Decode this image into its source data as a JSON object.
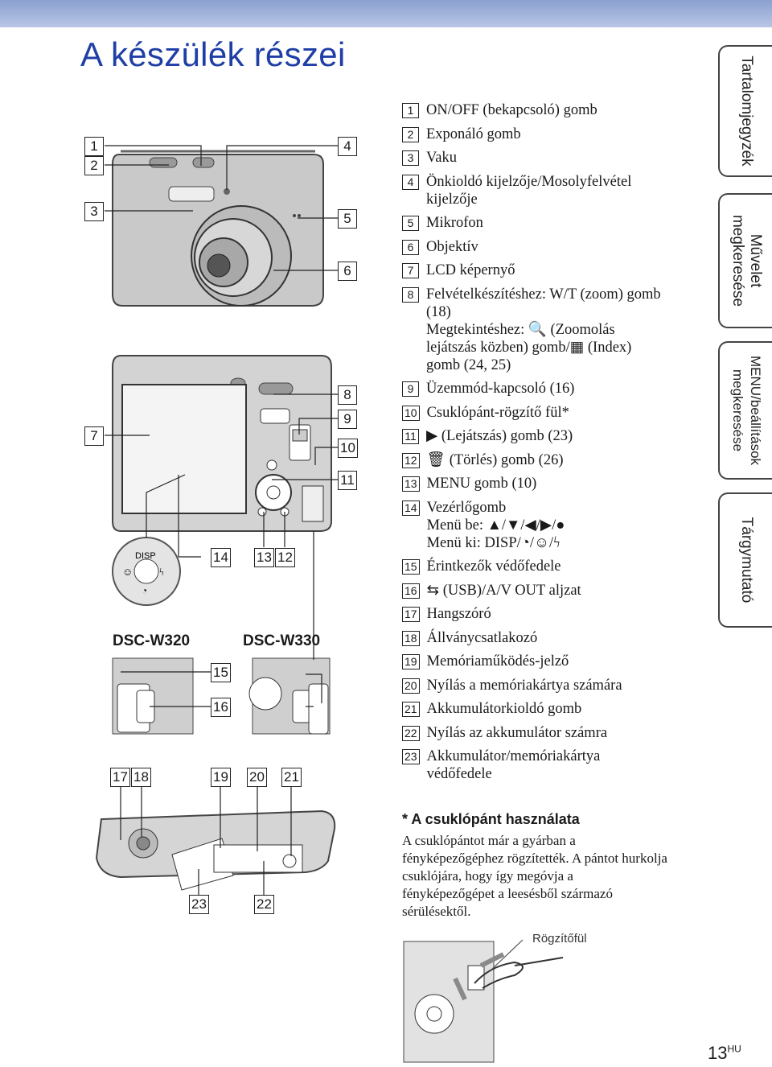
{
  "page": {
    "title": "A készülék részei",
    "page_number": "13",
    "page_lang": "HU"
  },
  "tabs": [
    {
      "line1": "Tartalomjegyzék",
      "line2": ""
    },
    {
      "line1": "Művelet",
      "line2": "megkeresése"
    },
    {
      "line1": "MENU/beállítások",
      "line2": "megkeresése"
    },
    {
      "line1": "Tárgymutató",
      "line2": ""
    }
  ],
  "parts": [
    {
      "num": "1",
      "lines": [
        "ON/OFF (bekapcsoló) gomb"
      ]
    },
    {
      "num": "2",
      "lines": [
        "Exponáló gomb"
      ]
    },
    {
      "num": "3",
      "lines": [
        "Vaku"
      ]
    },
    {
      "num": "4",
      "lines": [
        "Önkioldó kijelzője/Mosolyfelvétel",
        "kijelzője"
      ]
    },
    {
      "num": "5",
      "lines": [
        "Mikrofon"
      ]
    },
    {
      "num": "6",
      "lines": [
        "Objektív"
      ]
    },
    {
      "num": "7",
      "lines": [
        "LCD képernyő"
      ]
    },
    {
      "num": "8",
      "lines": [
        "Felvételkészítéshez: W/T (zoom) gomb",
        "(18)",
        "Megtekintéshez: 🔍 (Zoomolás",
        "lejátszás közben) gomb/▦ (Index)",
        "gomb (24, 25)"
      ]
    },
    {
      "num": "9",
      "lines": [
        "Üzemmód-kapcsoló (16)"
      ]
    },
    {
      "num": "10",
      "lines": [
        "Csuklópánt-rögzítő fül*"
      ]
    },
    {
      "num": "11",
      "lines": [
        "▶ (Lejátszás) gomb (23)"
      ]
    },
    {
      "num": "12",
      "lines": [
        "🗑 (Törlés) gomb (26)"
      ]
    },
    {
      "num": "13",
      "lines": [
        "MENU gomb (10)"
      ]
    },
    {
      "num": "14",
      "lines": [
        "Vezérlőgomb",
        "Menü be: ▲/▼/◀/▶/●",
        "Menü ki: DISP/◔/☺/ϟ"
      ]
    },
    {
      "num": "15",
      "lines": [
        "Érintkezők védőfedele"
      ]
    },
    {
      "num": "16",
      "lines": [
        "⇆ (USB)/A/V OUT aljzat"
      ]
    },
    {
      "num": "17",
      "lines": [
        "Hangszóró"
      ]
    },
    {
      "num": "18",
      "lines": [
        "Állványcsatlakozó"
      ]
    },
    {
      "num": "19",
      "lines": [
        "Memóriaműködés-jelző"
      ]
    },
    {
      "num": "20",
      "lines": [
        "Nyílás a memóriakártya számára"
      ]
    },
    {
      "num": "21",
      "lines": [
        "Akkumulátorkioldó gomb"
      ]
    },
    {
      "num": "22",
      "lines": [
        "Nyílás az akkumulátor számra"
      ]
    },
    {
      "num": "23",
      "lines": [
        "Akkumulátor/memóriakártya",
        "védőfedele"
      ]
    }
  ],
  "strap": {
    "title": "* A csuklópánt használata",
    "body": "A csuklópántot már a gyárban a fényképezőgéphez rögzítették. A pántot hurkolja csuklójára, hogy így megóvja a fényképezőgépet a leesésből származó sérülésektől.",
    "label": "Rögzítőfül"
  },
  "diagram": {
    "callouts": [
      "1",
      "2",
      "3",
      "4",
      "5",
      "6",
      "7",
      "8",
      "9",
      "10",
      "11",
      "14",
      "13",
      "12",
      "15",
      "16",
      "17",
      "18",
      "19",
      "20",
      "21",
      "23",
      "22"
    ],
    "models": [
      "DSC-W320",
      "DSC-W330"
    ],
    "dial_label": "DISP"
  }
}
